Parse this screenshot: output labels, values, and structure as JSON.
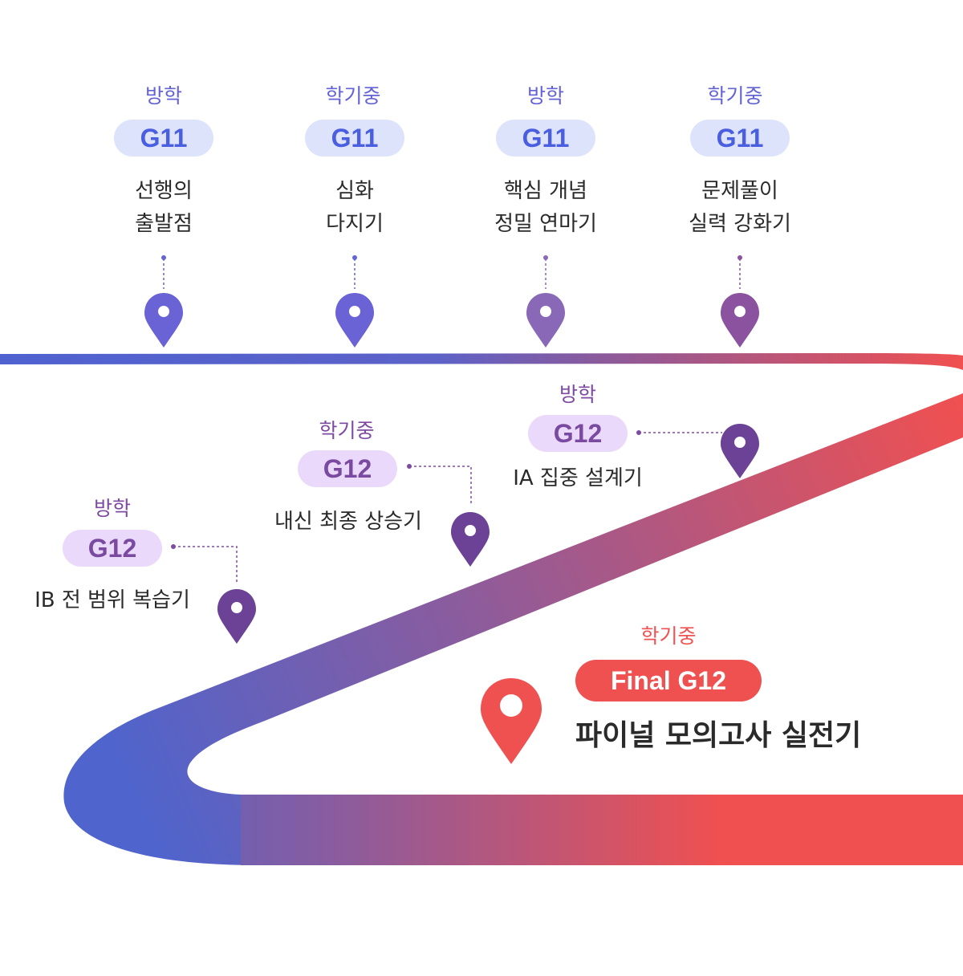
{
  "stages_g11": [
    {
      "season": "방학",
      "badge": "G11",
      "desc_line1": "선행의",
      "desc_line2": "출발점"
    },
    {
      "season": "학기중",
      "badge": "G11",
      "desc_line1": "심화",
      "desc_line2": "다지기"
    },
    {
      "season": "방학",
      "badge": "G11",
      "desc_line1": "핵심 개념",
      "desc_line2": "정밀 연마기"
    },
    {
      "season": "학기중",
      "badge": "G11",
      "desc_line1": "문제풀이",
      "desc_line2": "실력 강화기"
    }
  ],
  "stages_g12": [
    {
      "season": "방학",
      "badge": "G12",
      "desc": "IB 전 범위 복습기"
    },
    {
      "season": "학기중",
      "badge": "G12",
      "desc": "내신 최종 상승기"
    },
    {
      "season": "방학",
      "badge": "G12",
      "desc": "IA 집중 설계기"
    }
  ],
  "final": {
    "season": "학기중",
    "badge": "Final G12",
    "desc": "파이널 모의고사 실전기"
  },
  "colors": {
    "blue": "#4f62d0",
    "purple": "#7b4f9e",
    "red": "#f05050"
  }
}
